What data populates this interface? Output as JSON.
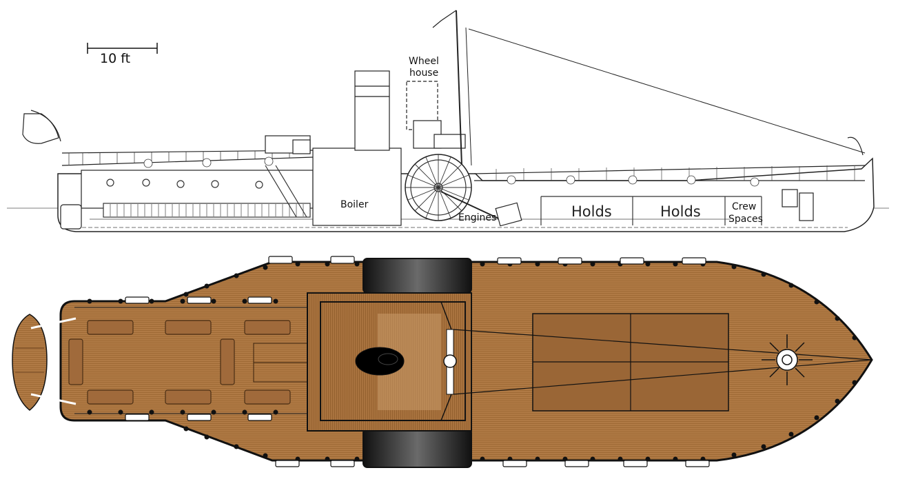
{
  "scale_bar": {
    "label": "10 ft"
  },
  "labels": {
    "wheelhouse_line1": "Wheel",
    "wheelhouse_line2": "house",
    "boiler": "Boiler",
    "engines": "Engines",
    "holds_1": "Holds",
    "holds_2": "Holds",
    "crew_line1": "Crew",
    "crew_line2": "Spaces"
  },
  "colors": {
    "deck_wood": "#b07a45",
    "deck_wood_dark": "#9a6636",
    "hatch": "#a06a3b",
    "paddle_box": "#1a1a1a",
    "outline": "#111111"
  }
}
